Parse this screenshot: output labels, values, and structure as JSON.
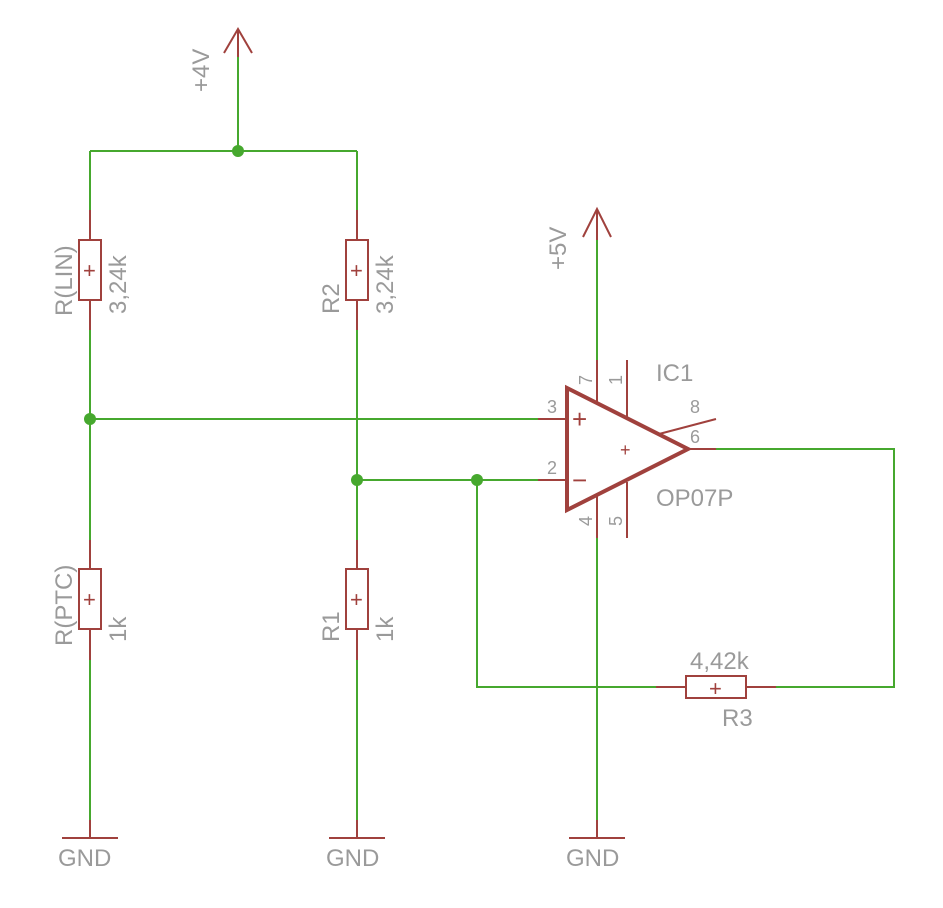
{
  "power": {
    "supply_4v": "+4V",
    "supply_5v": "+5V"
  },
  "ground": {
    "gnd_1": "GND",
    "gnd_2": "GND",
    "gnd_3": "GND"
  },
  "resistors": {
    "r_lin": {
      "name": "R(LIN)",
      "value": "3,24k"
    },
    "r2": {
      "name": "R2",
      "value": "3,24k"
    },
    "r_ptc": {
      "name": "R(PTC)",
      "value": "1k"
    },
    "r1": {
      "name": "R1",
      "value": "1k"
    },
    "r3": {
      "name": "R3",
      "value": "4,42k"
    }
  },
  "opamp": {
    "name": "IC1",
    "value": "OP07P",
    "pins": {
      "p1": "1",
      "p2": "2",
      "p3": "3",
      "p4": "4",
      "p5": "5",
      "p6": "6",
      "p7": "7",
      "p8": "8"
    },
    "plus_sign": "+",
    "minus_sign": "−",
    "center_mark": "+"
  },
  "resistor_mark": "+",
  "colors": {
    "wire": "#46a82e",
    "symbol": "#a0413d",
    "label": "#9a9a9a"
  }
}
